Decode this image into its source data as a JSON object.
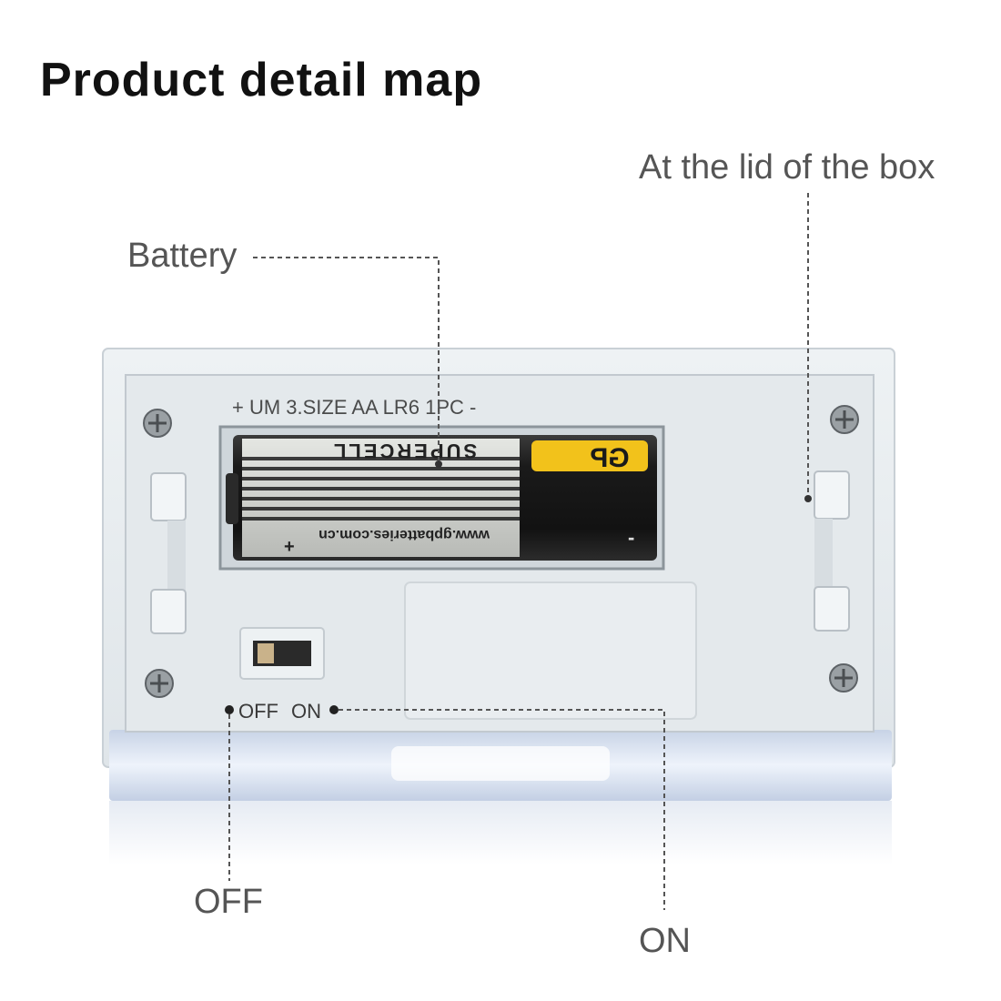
{
  "title": "Product detail map",
  "callouts": {
    "lid": "At the lid of the box",
    "battery": "Battery",
    "off": "OFF",
    "on": "ON"
  },
  "panel": {
    "switch_off_label": "OFF",
    "switch_on_label": "ON",
    "molded_text": "+ UM 3.SIZE AA LR6 1PC -"
  },
  "battery": {
    "brand_logo": "GP",
    "model": "SUPERCELL",
    "website": "www.gpbatteries.com.cn",
    "plus_sign": "+",
    "minus_sign": "-"
  },
  "colors": {
    "case": "#e8edf0",
    "case_shadow": "#c9d0d6",
    "battery_body": "#1a1a1a",
    "battery_label": "#d7d9d5",
    "logo_yellow": "#f2c21b",
    "leader_line": "#555555"
  }
}
